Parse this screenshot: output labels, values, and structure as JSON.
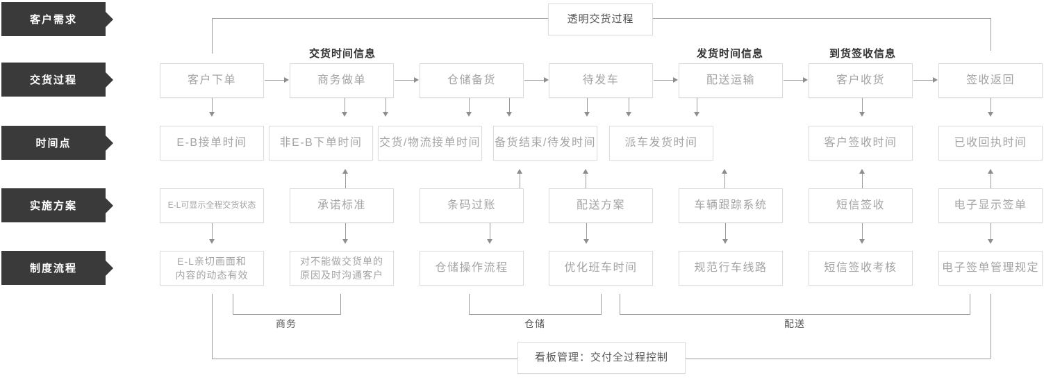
{
  "ribbons": [
    "客户需求",
    "交货过程",
    "时间点",
    "实施方案",
    "制度流程"
  ],
  "top_banner": "透明交货过程",
  "bottom_banner": "看板管理：交付全过程控制",
  "headers": [
    "交货时间信息",
    "发货时间信息",
    "到货签收信息"
  ],
  "process": [
    "客户下单",
    "商务做单",
    "仓储备货",
    "待发车",
    "配送运输",
    "客户收货",
    "签收返回"
  ],
  "timepoints": [
    "E-B接单时间",
    "非E-B下单时间",
    "交货/物流接单时间",
    "备货结束/待发时间",
    "派车发货时间",
    "客户签收时间",
    "已收回执时间"
  ],
  "solutions": [
    "E-L可显示全程交货状态",
    "承诺标准",
    "条码过账",
    "配送方案",
    "车辆跟踪系统",
    "短信签收",
    "电子显示签单"
  ],
  "procedures": [
    "E-L亲切画面和\n内容的动态有效",
    "对不能做交货单的\n原因及时沟通客户",
    "仓储操作流程",
    "优化班车时间",
    "规范行车线路",
    "短信签收考核",
    "电子签单管理规定"
  ],
  "groups": [
    "商务",
    "仓储",
    "配送"
  ],
  "colors": {
    "ribbon_bg": "#3a3a3a",
    "ribbon_text": "#ffffff",
    "box_border": "#dcdcdc",
    "box_text": "#a3a3a3",
    "banner_text": "#555555",
    "header_text": "#333333",
    "line": "#9b9b9b"
  }
}
